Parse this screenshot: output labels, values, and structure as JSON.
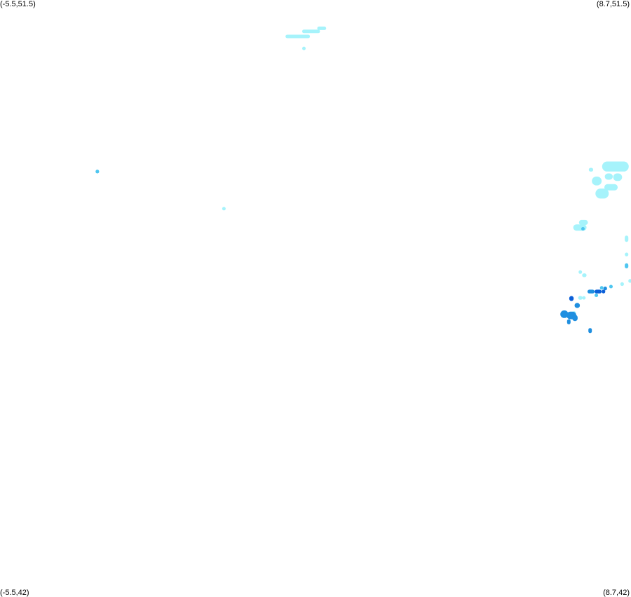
{
  "corners": {
    "top_left": "(-5.5,51.5)",
    "top_right": "(8.7,51.5)",
    "bottom_left": "(-5.5,42)",
    "bottom_right": "(8.7,42)"
  },
  "extent": {
    "lon_min": -5.5,
    "lon_max": 8.7,
    "lat_min": 42,
    "lat_max": 51.5
  },
  "colors": {
    "light": "#a6f3fb",
    "medium": "#4fc6f0",
    "strong": "#1f8fe0",
    "intense": "#0b5fd8"
  },
  "cells": [
    {
      "lon": 1.2,
      "lat": 50.92,
      "intensity": "light",
      "w": 0.55,
      "h": 0.05
    },
    {
      "lon": 1.5,
      "lat": 51.0,
      "intensity": "light",
      "w": 0.4,
      "h": 0.04
    },
    {
      "lon": 1.74,
      "lat": 51.05,
      "intensity": "light",
      "w": 0.2,
      "h": 0.03
    },
    {
      "lon": 1.34,
      "lat": 50.73,
      "intensity": "light",
      "w": 0.05,
      "h": 0.04
    },
    {
      "lon": -3.31,
      "lat": 48.77,
      "intensity": "medium",
      "w": 0.08,
      "h": 0.06
    },
    {
      "lon": -0.46,
      "lat": 48.18,
      "intensity": "light",
      "w": 0.06,
      "h": 0.05
    },
    {
      "lon": 8.35,
      "lat": 48.85,
      "intensity": "light",
      "w": 0.6,
      "h": 0.16
    },
    {
      "lon": 7.93,
      "lat": 48.62,
      "intensity": "light",
      "w": 0.22,
      "h": 0.14
    },
    {
      "lon": 8.2,
      "lat": 48.69,
      "intensity": "light",
      "w": 0.18,
      "h": 0.1
    },
    {
      "lon": 8.4,
      "lat": 48.68,
      "intensity": "light",
      "w": 0.2,
      "h": 0.12
    },
    {
      "lon": 8.25,
      "lat": 48.52,
      "intensity": "light",
      "w": 0.3,
      "h": 0.1
    },
    {
      "lon": 8.05,
      "lat": 48.42,
      "intensity": "light",
      "w": 0.3,
      "h": 0.16
    },
    {
      "lon": 7.8,
      "lat": 48.8,
      "intensity": "light",
      "w": 0.1,
      "h": 0.06
    },
    {
      "lon": 7.55,
      "lat": 47.88,
      "intensity": "light",
      "w": 0.3,
      "h": 0.1
    },
    {
      "lon": 7.63,
      "lat": 47.96,
      "intensity": "light",
      "w": 0.2,
      "h": 0.08
    },
    {
      "lon": 7.62,
      "lat": 47.86,
      "intensity": "medium",
      "w": 0.05,
      "h": 0.05
    },
    {
      "lon": 8.6,
      "lat": 47.7,
      "intensity": "light",
      "w": 0.08,
      "h": 0.1
    },
    {
      "lon": 8.6,
      "lat": 47.45,
      "intensity": "light",
      "w": 0.05,
      "h": 0.06
    },
    {
      "lon": 8.6,
      "lat": 47.27,
      "intensity": "medium",
      "w": 0.08,
      "h": 0.08
    },
    {
      "lon": 7.56,
      "lat": 47.17,
      "intensity": "light",
      "w": 0.05,
      "h": 0.05
    },
    {
      "lon": 7.65,
      "lat": 47.12,
      "intensity": "light",
      "w": 0.1,
      "h": 0.06
    },
    {
      "lon": 8.68,
      "lat": 47.03,
      "intensity": "light",
      "w": 0.08,
      "h": 0.06
    },
    {
      "lon": 8.5,
      "lat": 46.98,
      "intensity": "light",
      "w": 0.08,
      "h": 0.06
    },
    {
      "lon": 8.25,
      "lat": 46.94,
      "intensity": "medium",
      "w": 0.08,
      "h": 0.05
    },
    {
      "lon": 8.12,
      "lat": 46.91,
      "intensity": "strong",
      "w": 0.08,
      "h": 0.06
    },
    {
      "lon": 7.96,
      "lat": 46.86,
      "intensity": "intense",
      "w": 0.16,
      "h": 0.06
    },
    {
      "lon": 8.08,
      "lat": 46.86,
      "intensity": "intense",
      "w": 0.08,
      "h": 0.06
    },
    {
      "lon": 7.8,
      "lat": 46.86,
      "intensity": "strong",
      "w": 0.16,
      "h": 0.06
    },
    {
      "lon": 8.04,
      "lat": 46.92,
      "intensity": "medium",
      "w": 0.06,
      "h": 0.05
    },
    {
      "lon": 7.92,
      "lat": 46.8,
      "intensity": "medium",
      "w": 0.08,
      "h": 0.05
    },
    {
      "lon": 7.36,
      "lat": 46.75,
      "intensity": "intense",
      "w": 0.1,
      "h": 0.08
    },
    {
      "lon": 7.56,
      "lat": 46.76,
      "intensity": "light",
      "w": 0.1,
      "h": 0.06
    },
    {
      "lon": 7.64,
      "lat": 46.76,
      "intensity": "light",
      "w": 0.06,
      "h": 0.05
    },
    {
      "lon": 7.49,
      "lat": 46.64,
      "intensity": "strong",
      "w": 0.12,
      "h": 0.08
    },
    {
      "lon": 7.42,
      "lat": 46.52,
      "intensity": "light",
      "w": 0.08,
      "h": 0.05
    },
    {
      "lon": 7.36,
      "lat": 46.48,
      "intensity": "strong",
      "w": 0.22,
      "h": 0.12
    },
    {
      "lon": 7.2,
      "lat": 46.5,
      "intensity": "strong",
      "w": 0.18,
      "h": 0.12
    },
    {
      "lon": 7.44,
      "lat": 46.44,
      "intensity": "strong",
      "w": 0.12,
      "h": 0.1
    },
    {
      "lon": 7.3,
      "lat": 46.38,
      "intensity": "strong",
      "w": 0.06,
      "h": 0.08
    },
    {
      "lon": 7.78,
      "lat": 46.24,
      "intensity": "strong",
      "w": 0.06,
      "h": 0.08
    }
  ]
}
